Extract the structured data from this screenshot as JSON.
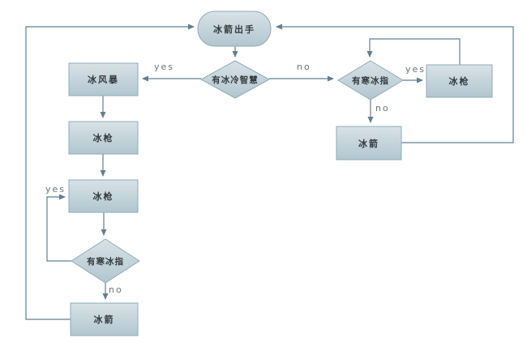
{
  "diagram": {
    "title": "frost-rotation-flowchart",
    "nodes": {
      "start": "冰箭出手",
      "decision_main": "有冰冷智慧",
      "blizzard": "冰风暴",
      "lance1": "冰枪",
      "lance2": "冰枪",
      "decision_left": "有寒冰指",
      "bolt_left": "冰箭",
      "decision_right": "有寒冰指",
      "lance_right": "冰枪",
      "bolt_right": "冰箭"
    },
    "edge_labels": {
      "main_yes": "yes",
      "main_no": "no",
      "left_yes": "yes",
      "left_no": "no",
      "right_yes": "yes",
      "right_no": "no"
    },
    "colors": {
      "node_fill_top": "#d6e1e6",
      "node_fill_bottom": "#b4c8d1",
      "node_border": "#8fabb7",
      "line": "#62808e",
      "edge_label_text": "#6b7478",
      "node_text": "#333a3e",
      "background": "#ffffff"
    }
  }
}
